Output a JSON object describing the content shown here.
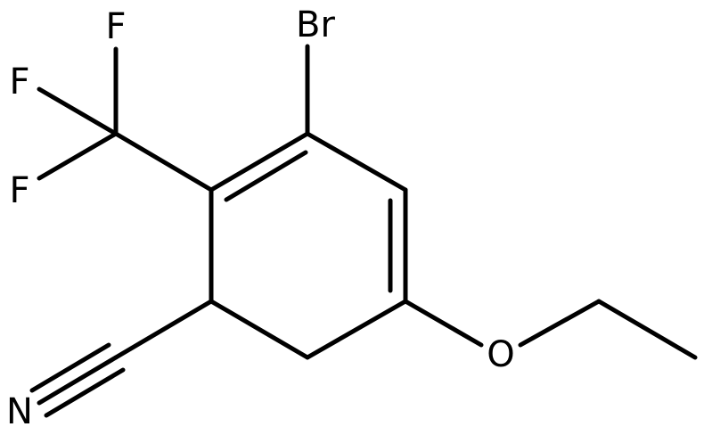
{
  "molecule": {
    "atoms": {
      "br": "Br",
      "f_top": "F",
      "f_mid": "F",
      "f_low": "F",
      "n": "N",
      "o": "O"
    }
  }
}
